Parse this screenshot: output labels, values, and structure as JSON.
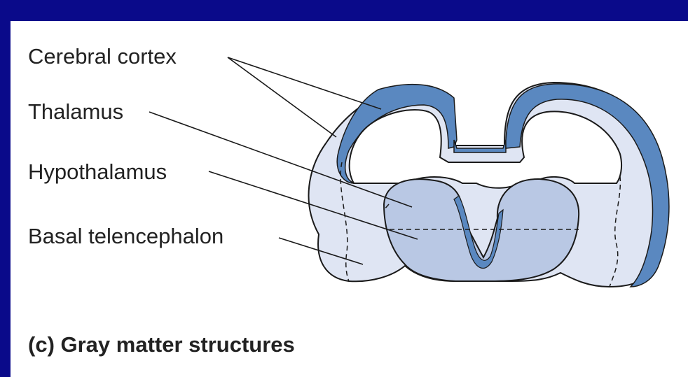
{
  "labels": {
    "cerebral_cortex": "Cerebral cortex",
    "thalamus": "Thalamus",
    "hypothalamus": "Hypothalamus",
    "basal_telencephalon": "Basal telencephalon"
  },
  "caption": "(c)  Gray matter structures",
  "colors": {
    "background": "#0a0a8a",
    "panel": "#ffffff",
    "cortex_blue": "#5a88c0",
    "light_fill": "#dfe5f3",
    "mid_fill": "#b9c8e4",
    "outline": "#1a1a1a"
  }
}
